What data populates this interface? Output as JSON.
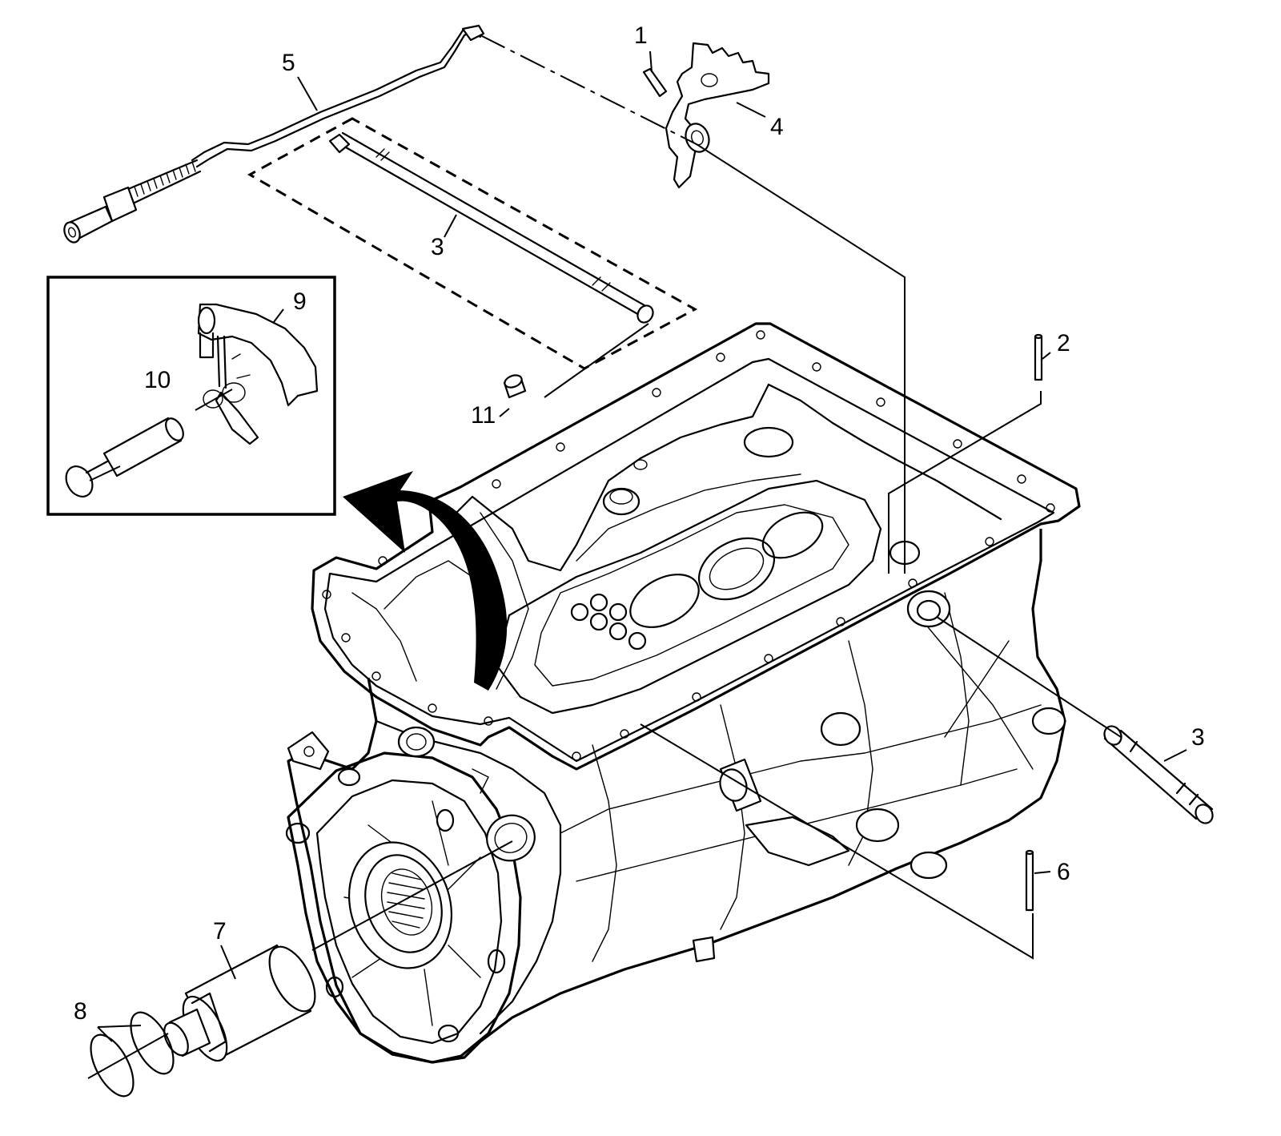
{
  "figure": {
    "description_free": true
  },
  "callouts": [
    {
      "id": "c1",
      "label": "1"
    },
    {
      "id": "c2",
      "label": "2"
    },
    {
      "id": "c3a",
      "label": "3"
    },
    {
      "id": "c3b",
      "label": "3"
    },
    {
      "id": "c4",
      "label": "4"
    },
    {
      "id": "c5",
      "label": "5"
    },
    {
      "id": "c6",
      "label": "6"
    },
    {
      "id": "c7",
      "label": "7"
    },
    {
      "id": "c8",
      "label": "8"
    },
    {
      "id": "c9",
      "label": "9"
    },
    {
      "id": "c10",
      "label": "10"
    },
    {
      "id": "c11",
      "label": "11"
    }
  ],
  "colors": {
    "line": "#000000",
    "background": "#ffffff"
  }
}
